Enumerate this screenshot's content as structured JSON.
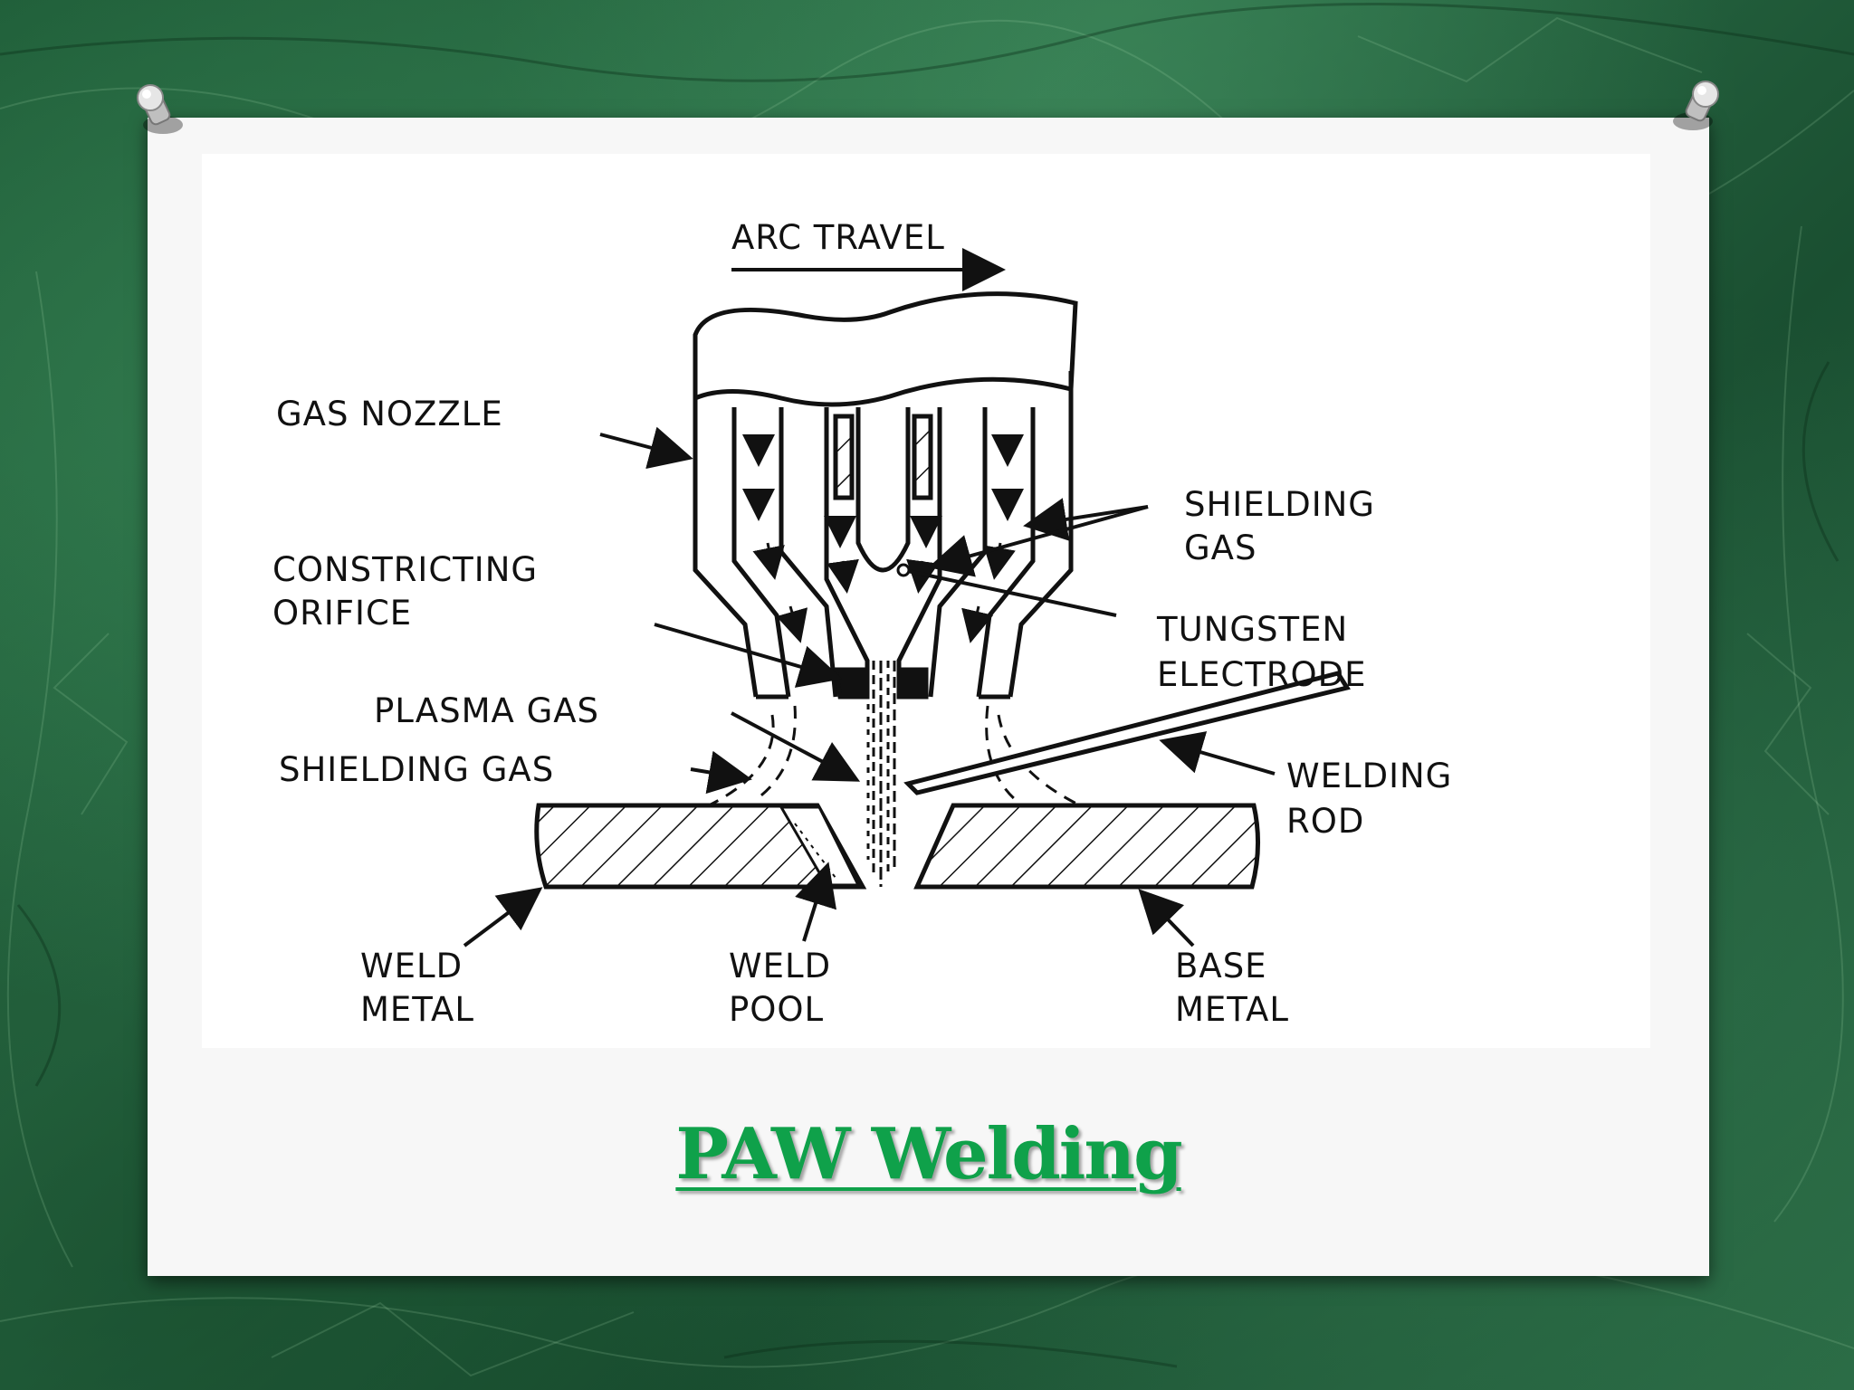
{
  "slide": {
    "title": "PAW Welding",
    "title_color": "#0fa14a",
    "background_color": "#1f5e39"
  },
  "diagram": {
    "labels": {
      "arc_travel": "ARC TRAVEL",
      "gas_nozzle": "GAS NOZZLE",
      "shielding_gas_top_1": "SHIELDING",
      "shielding_gas_top_2": "GAS",
      "constricting_1": "CONSTRICTING",
      "constricting_2": "ORIFICE",
      "tungsten_1": "TUNGSTEN",
      "tungsten_2": "ELECTRODE",
      "plasma_gas": "PLASMA GAS",
      "shielding_gas_left": "SHIELDING GAS",
      "welding_rod_1": "WELDING",
      "welding_rod_2": "ROD",
      "weld_metal_1": "WELD",
      "weld_metal_2": "METAL",
      "weld_pool_1": "WELD",
      "weld_pool_2": "POOL",
      "base_metal_1": "BASE",
      "base_metal_2": "METAL"
    }
  }
}
